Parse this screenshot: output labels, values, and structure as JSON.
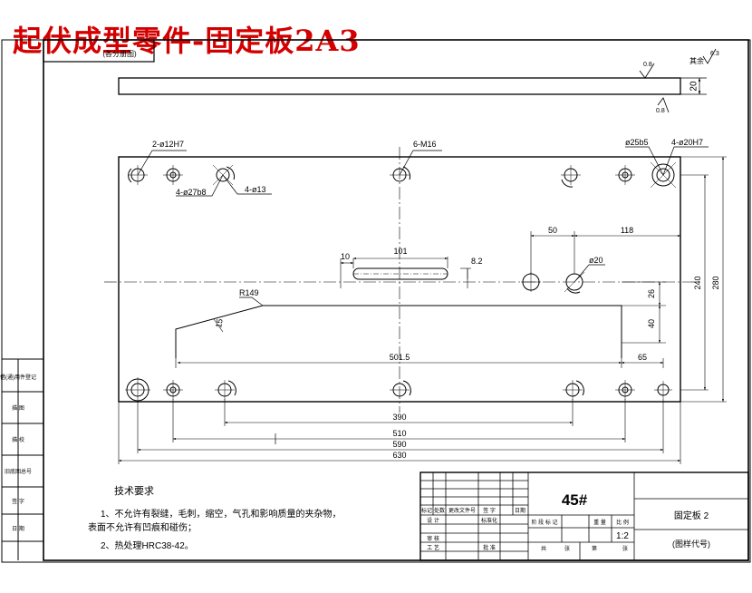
{
  "title": "起伏成型零件-固定板2A3",
  "drawing": {
    "top_left_box": "(各分册图)",
    "surface_roughness": {
      "left": "0.8",
      "mid": "0.8",
      "right_word": "其余",
      "right_val": "6.3"
    },
    "thickness_dim": "20",
    "callouts": {
      "hole_a": "2-ø12H7",
      "hole_b": "4-ø27b8",
      "hole_c": "4-ø13",
      "thread": "6-M16",
      "bush": "ø25b5",
      "bore": "4-ø20H7",
      "pin_hole": "ø20",
      "radius": "R149"
    },
    "dims": {
      "d50": "50",
      "d118": "118",
      "d10": "10",
      "d101": "101",
      "d8_2": "8.2",
      "d15": "15",
      "d26": "26",
      "d40": "40",
      "d240": "240",
      "d280": "280",
      "d501_5": "501.5",
      "d65": "65",
      "d390": "390",
      "d510": "510",
      "d590": "590",
      "d630": "630"
    }
  },
  "left_strip": [
    "借(通)用件登记",
    "描 图",
    "描 校",
    "旧底图总号",
    "签 字",
    "日 期"
  ],
  "tech_notes": {
    "heading": "技术要求",
    "items": [
      "1、不允许有裂缝，毛刺，缩空，气孔和影响质量的夹杂物，",
      "表面不允许有凹痕和碰伤；",
      "2、热处理HRC38-42。"
    ]
  },
  "title_block": {
    "material": "45#",
    "part_name": "固定板 2",
    "drawing_code": "(图样代号)",
    "scale": "1:2",
    "headers": [
      "标记",
      "处数",
      "更改文件号",
      "签 字",
      "日期"
    ],
    "row_labels": [
      "设 计",
      "标准化",
      "审 核",
      "工 艺",
      "批 准"
    ],
    "stage_headers": [
      "阶 段 标 记",
      "重 量",
      "比 例"
    ],
    "sheet_labels": [
      "共",
      "张",
      "第",
      "张"
    ]
  }
}
